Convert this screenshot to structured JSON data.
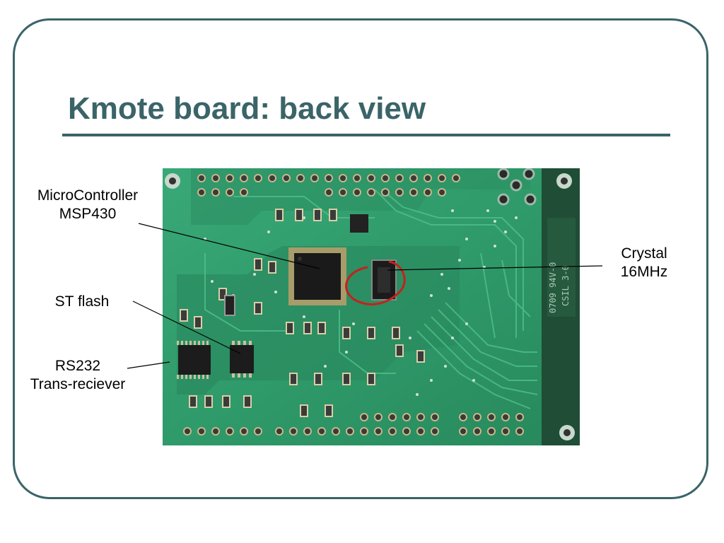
{
  "slide": {
    "title": "Kmote board: back view",
    "theme_color": "#3a6468"
  },
  "labels": {
    "microcontroller": {
      "line1": "MicroController",
      "line2": "MSP430"
    },
    "st_flash": {
      "line1": "ST flash"
    },
    "rs232": {
      "line1": "RS232",
      "line2": "Trans-reciever"
    },
    "crystal": {
      "line1": "Crystal",
      "line2": "16MHz"
    }
  },
  "board": {
    "silkscreen_1": "0709 94V-0",
    "silkscreen_2": "CSIL 3-0",
    "pcb_color": "#2e9e6e",
    "wire_color": "#c8201c"
  }
}
